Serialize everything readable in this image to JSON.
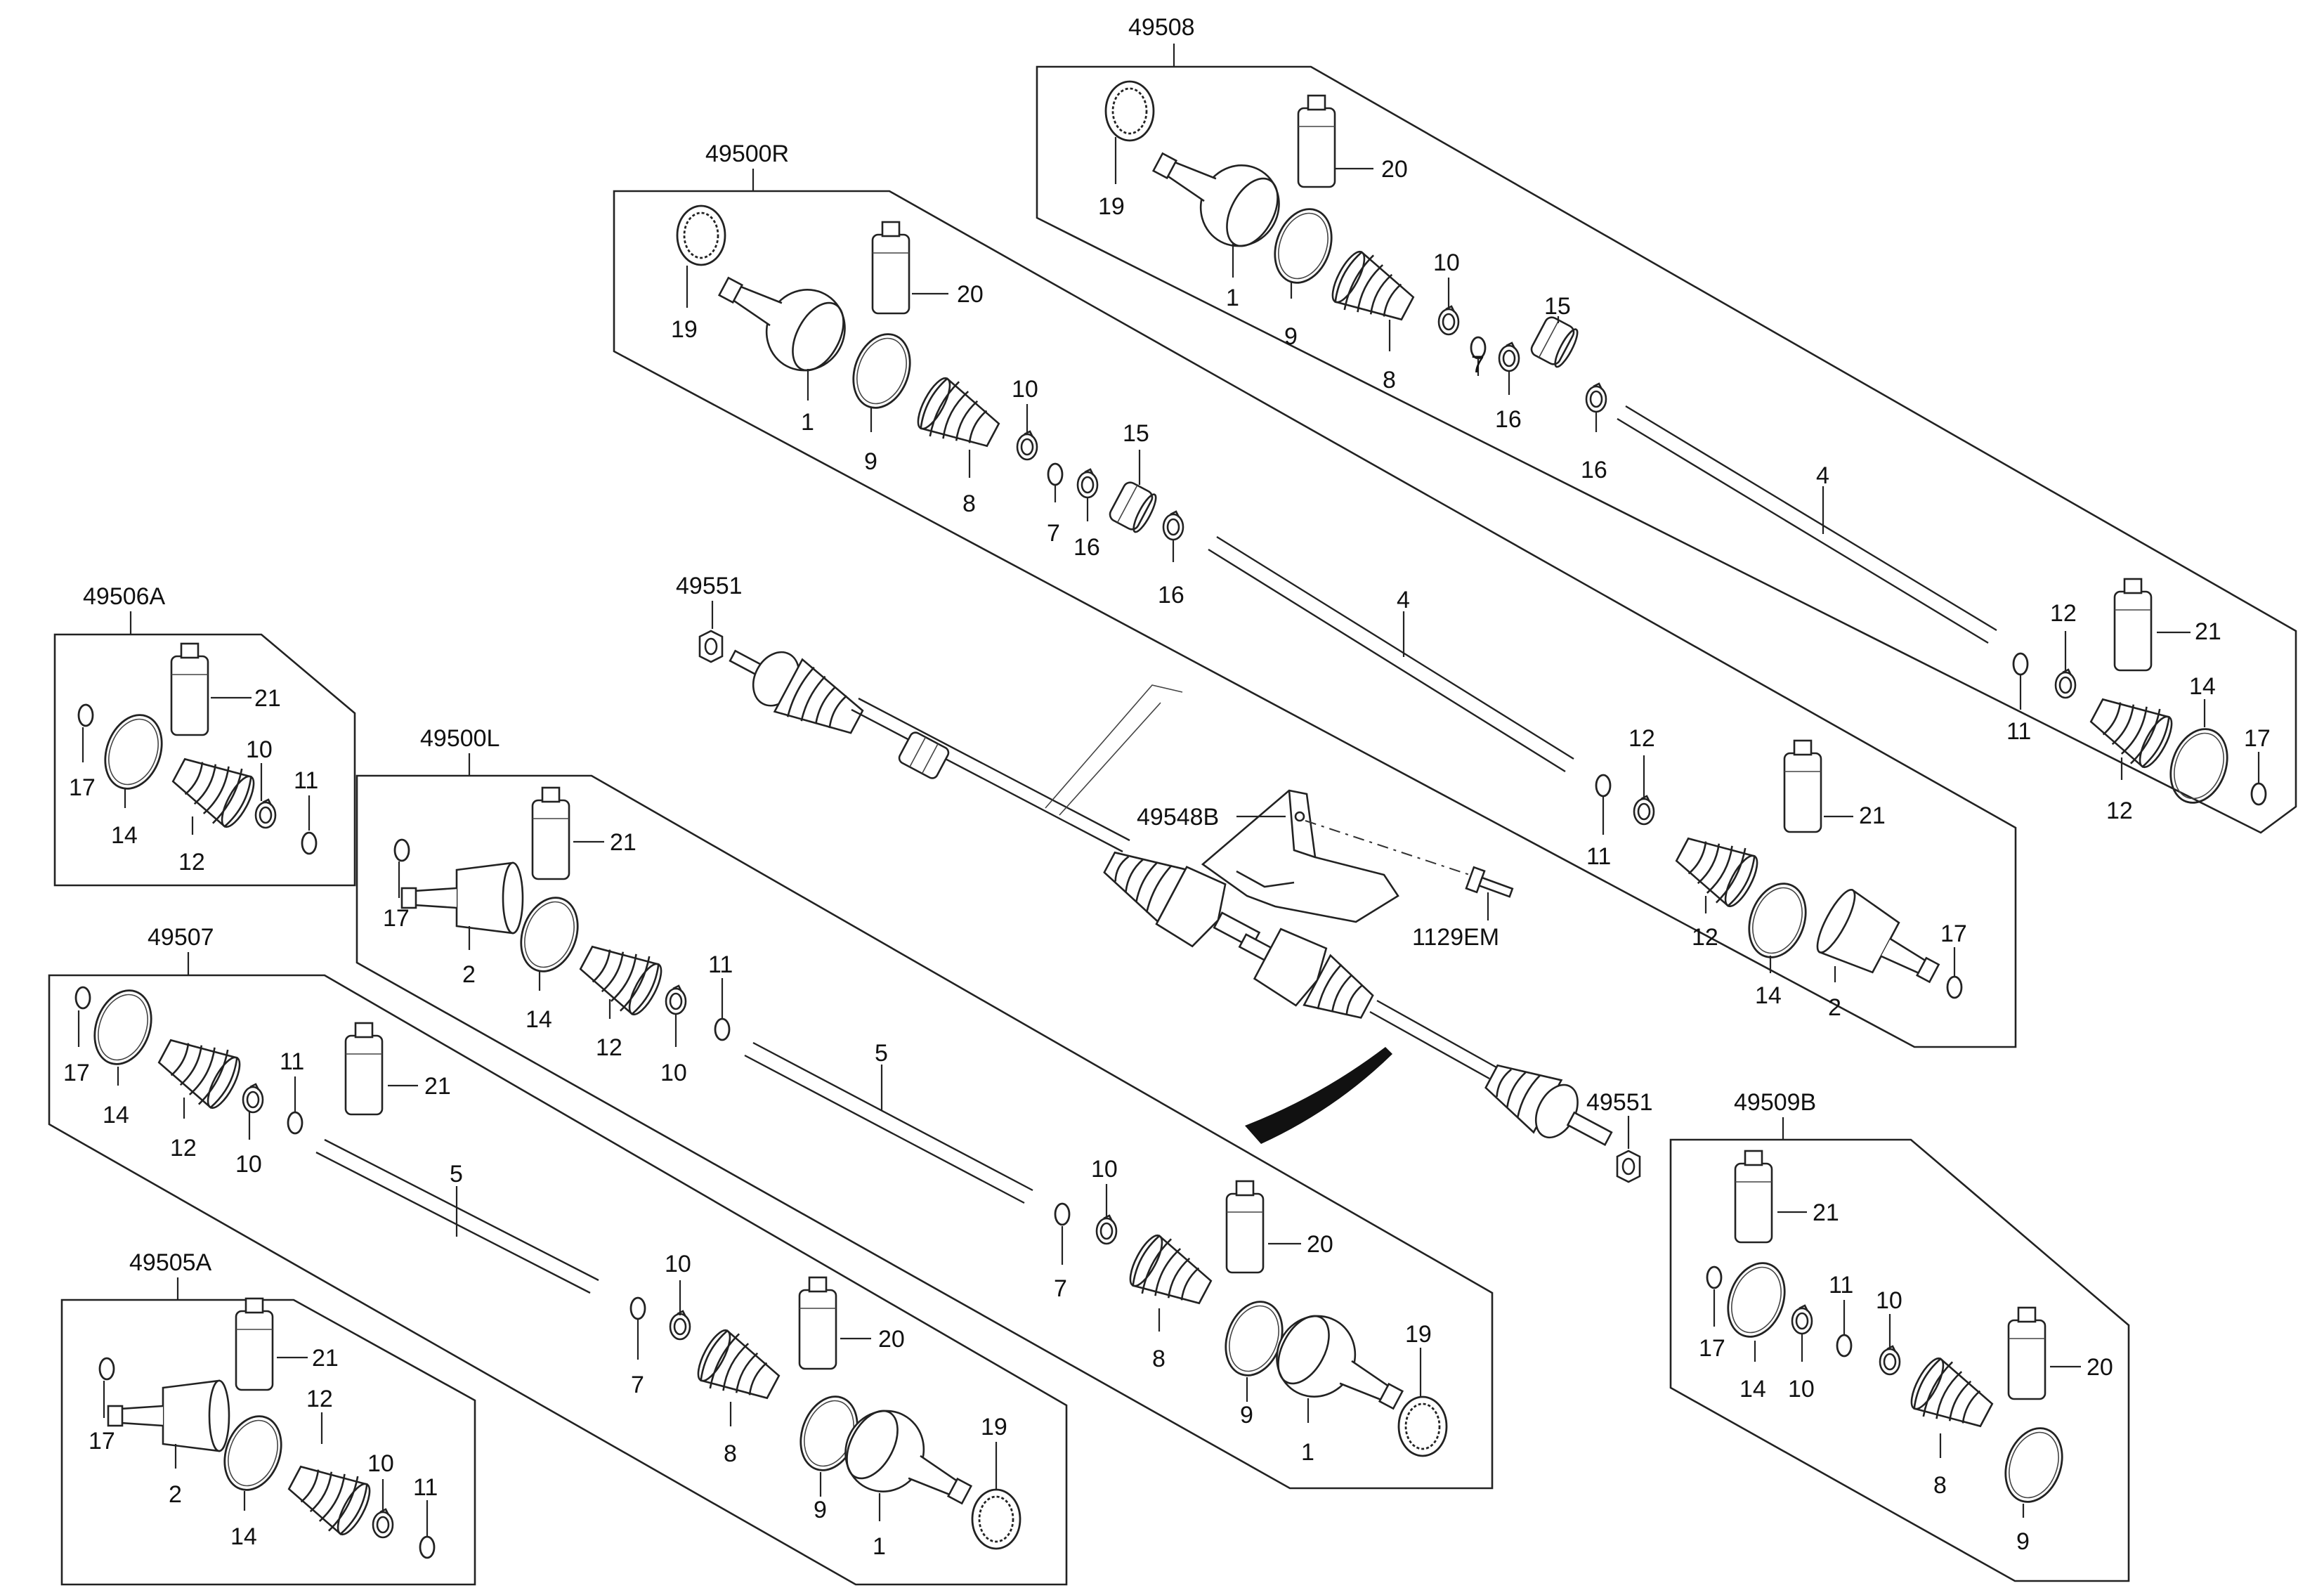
{
  "groups": [
    {
      "code": "49508",
      "callouts": [
        "19",
        "20",
        "1",
        "9",
        "8",
        "10",
        "7",
        "16",
        "15",
        "16",
        "4",
        "12",
        "21",
        "11",
        "14",
        "12",
        "17"
      ]
    },
    {
      "code": "49500R",
      "callouts": [
        "19",
        "20",
        "1",
        "9",
        "8",
        "10",
        "7",
        "16",
        "15",
        "16",
        "4",
        "12",
        "21",
        "11",
        "12",
        "14",
        "17",
        "2"
      ]
    },
    {
      "code": "49506A",
      "callouts": [
        "21",
        "17",
        "14",
        "10",
        "11",
        "12"
      ]
    },
    {
      "code": "49500L",
      "callouts": [
        "21",
        "17",
        "2",
        "14",
        "12",
        "11",
        "10",
        "5",
        "10",
        "7",
        "20",
        "8",
        "9",
        "19",
        "1"
      ]
    },
    {
      "code": "49507",
      "callouts": [
        "17",
        "14",
        "21",
        "11",
        "12",
        "10",
        "5",
        "10",
        "7",
        "20",
        "8",
        "9",
        "19",
        "1"
      ]
    },
    {
      "code": "49505A",
      "callouts": [
        "21",
        "12",
        "17",
        "2",
        "14",
        "10",
        "11"
      ]
    },
    {
      "code": "49509B",
      "callouts": [
        "21",
        "17",
        "14",
        "10",
        "11",
        "10",
        "20",
        "8",
        "9"
      ]
    }
  ],
  "assembly_callouts": [
    "49551",
    "49548B",
    "1129EM",
    "49551"
  ]
}
